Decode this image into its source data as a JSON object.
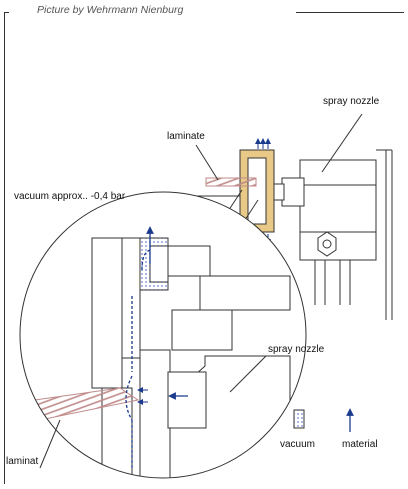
{
  "credit": "Picture by Wehrmann Nienburg",
  "labels": {
    "spray_nozzle_top": "spray nozzle",
    "laminate": "laminate",
    "vacuum_pressure": "vacuum approx.. -0,4 bar",
    "spray_nozzle_detail": "spray nozzle",
    "laminat": "laminat"
  },
  "legend": {
    "vacuum": "vacuum",
    "material": "material"
  },
  "colors": {
    "line": "#333333",
    "laminate_stripe": "#c08a8a",
    "arrow_blue": "#1a3a8c",
    "vacuum_dots": "#6f86c9",
    "gold_part": "#e8c987"
  }
}
